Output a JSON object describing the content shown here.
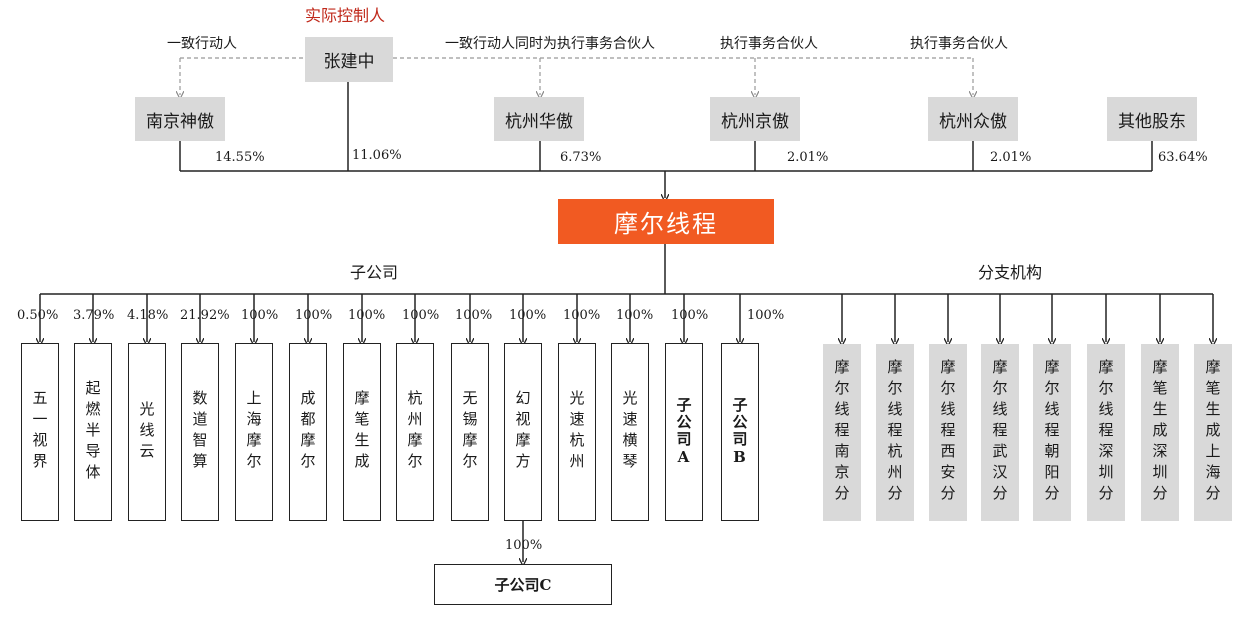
{
  "controller_tag": "实际控制人",
  "controller": "张建中",
  "relations": {
    "nanjing": "一致行动人",
    "huaao": "一致行动人同时为执行事务合伙人",
    "jingao": "执行事务合伙人",
    "zhongao": "执行事务合伙人"
  },
  "shareholders": [
    {
      "name": "南京神傲",
      "pct": "14.55%"
    },
    {
      "name": "张建中",
      "pct": "11.06%"
    },
    {
      "name": "杭州华傲",
      "pct": "6.73%"
    },
    {
      "name": "杭州京傲",
      "pct": "2.01%"
    },
    {
      "name": "杭州众傲",
      "pct": "2.01%"
    },
    {
      "name": "其他股东",
      "pct": "63.64%"
    }
  ],
  "company": "摩尔线程",
  "subsidiaries_title": "子公司",
  "branches_title": "分支机构",
  "subsidiaries": [
    {
      "name": "五一视界",
      "pct": "0.50%"
    },
    {
      "name": "起燃半导体",
      "pct": "3.79%"
    },
    {
      "name": "光线云",
      "pct": "4.18%"
    },
    {
      "name": "数道智算",
      "pct": "21.92%"
    },
    {
      "name": "上海摩尔",
      "pct": "100%"
    },
    {
      "name": "成都摩尔",
      "pct": "100%"
    },
    {
      "name": "摩笔生成",
      "pct": "100%"
    },
    {
      "name": "杭州摩尔",
      "pct": "100%"
    },
    {
      "name": "无锡摩尔",
      "pct": "100%"
    },
    {
      "name": "幻视摩方",
      "pct": "100%"
    },
    {
      "name": "光速杭州",
      "pct": "100%"
    },
    {
      "name": "光速横琴",
      "pct": "100%"
    },
    {
      "name": "子公司A",
      "pct": "100%"
    },
    {
      "name": "子公司B",
      "pct": "100%"
    }
  ],
  "sub_sub": {
    "name": "子公司C",
    "pct": "100%"
  },
  "branches": [
    {
      "name": "摩尔线程南京分"
    },
    {
      "name": "摩尔线程杭州分"
    },
    {
      "name": "摩尔线程西安分"
    },
    {
      "name": "摩尔线程武汉分"
    },
    {
      "name": "摩尔线程朝阳分"
    },
    {
      "name": "摩尔线程深圳分"
    },
    {
      "name": "摩笔生成深圳分"
    },
    {
      "name": "摩笔生成上海分"
    }
  ]
}
